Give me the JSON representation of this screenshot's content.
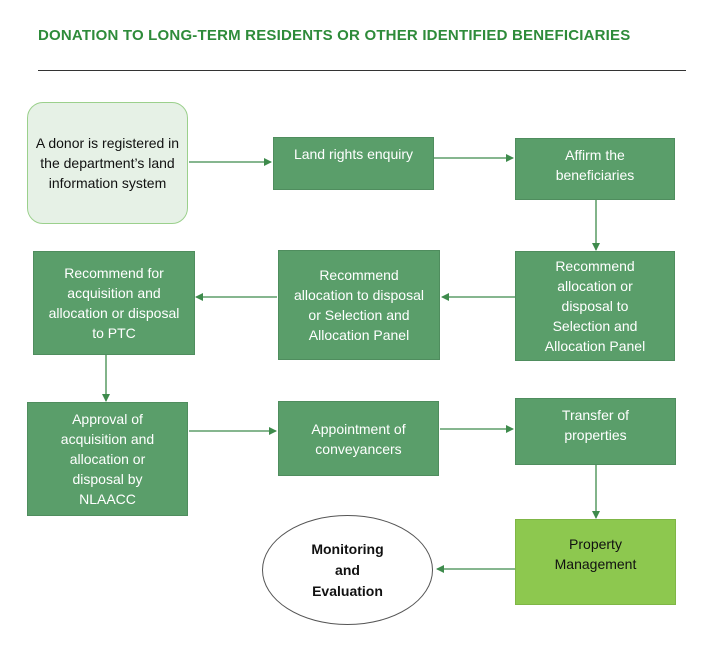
{
  "heading": "DONATION TO LONG-TERM RESIDENTS OR OTHER IDENTIFIED BENEFICIARIES",
  "nodes": {
    "donor_registered": "A donor is registered in the department’s land information system",
    "land_rights_enquiry": "Land rights enquiry",
    "affirm_beneficiaries": "Affirm the beneficiaries",
    "recommend_allocation_right": "Recommend allocation or disposal to Selection and Allocation Panel",
    "recommend_allocation_middle": "Recommend allocation to disposal or Selection and Allocation Panel",
    "recommend_ptc": "Recommend for acquisition and allocation or disposal to PTC",
    "approval_nlaacc": "Approval of acquisition and allocation or disposal by NLAACC",
    "appointment_conveyancers": "Appointment of conveyancers",
    "transfer_properties": "Transfer of properties",
    "property_management": "Property Management",
    "monitoring_evaluation": "Monitoring and Evaluation"
  },
  "colors": {
    "heading": "#2e8b3a",
    "process_box": "#5a9e6a",
    "start_box": "#e6f1e6",
    "highlight_box": "#8dc84f",
    "arrow": "#3e8b4c"
  }
}
